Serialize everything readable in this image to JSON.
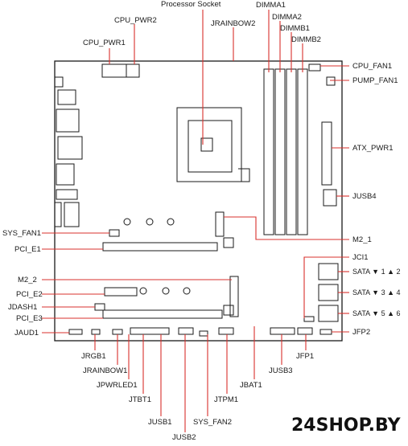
{
  "diagram": {
    "accent_color": "#d9302c",
    "outline_color": "#1a1a1a",
    "labels": {
      "processor_socket": "Processor Socket",
      "cpu_pwr2": "CPU_PWR2",
      "jrainbow2": "JRAINBOW2",
      "dimma1": "DIMMA1",
      "dimma2": "DIMMA2",
      "dimmb1": "DIMMB1",
      "dimmb2": "DIMMB2",
      "cpu_pwr1": "CPU_PWR1",
      "cpu_fan1": "CPU_FAN1",
      "pump_fan1": "PUMP_FAN1",
      "atx_pwr1": "ATX_PWR1",
      "jusb4": "JUSB4",
      "sys_fan1": "SYS_FAN1",
      "pci_e1": "PCI_E1",
      "m2_1": "M2_1",
      "jci1": "JCI1",
      "m2_2": "M2_2",
      "sata_12": "SATA ▼ 1 ▲ 2",
      "pci_e2": "PCI_E2",
      "sata_34": "SATA ▼ 3 ▲ 4",
      "jdash1": "JDASH1",
      "pci_e3": "PCI_E3",
      "sata_56": "SATA ▼ 5 ▲ 6",
      "jaud1": "JAUD1",
      "jfp2": "JFP2",
      "jrgb1": "JRGB1",
      "jfp1": "JFP1",
      "jrainbow1": "JRAINBOW1",
      "jusb3": "JUSB3",
      "jpwrled1": "JPWRLED1",
      "jbat1": "JBAT1",
      "jtbt1": "JTBT1",
      "jtpm1": "JTPM1",
      "jusb1": "JUSB1",
      "sys_fan2": "SYS_FAN2",
      "jusb2": "JUSB2"
    },
    "watermark": "24SHOP.BY"
  }
}
